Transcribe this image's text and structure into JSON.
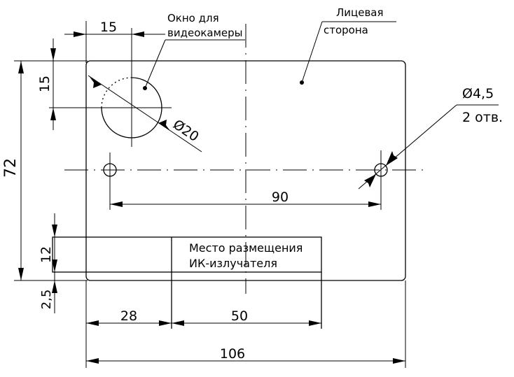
{
  "labels": {
    "camera_window": [
      "Окно для",
      "видеокамеры"
    ],
    "front_side": [
      "Лицевая",
      "сторона"
    ],
    "hole_diameter": "Ø4,5",
    "hole_count": "2 отв.",
    "ir_place": [
      "Место размещения",
      "ИК-излучателя"
    ]
  },
  "dimensions": {
    "window_offset_x": "15",
    "window_offset_y": "15",
    "height_total": "72",
    "window_diameter": "Ø20",
    "holes_spacing": "90",
    "ir_height": "12",
    "ir_offset_y": "2,5",
    "ir_offset_x": "28",
    "ir_width": "50",
    "width_total": "106"
  }
}
